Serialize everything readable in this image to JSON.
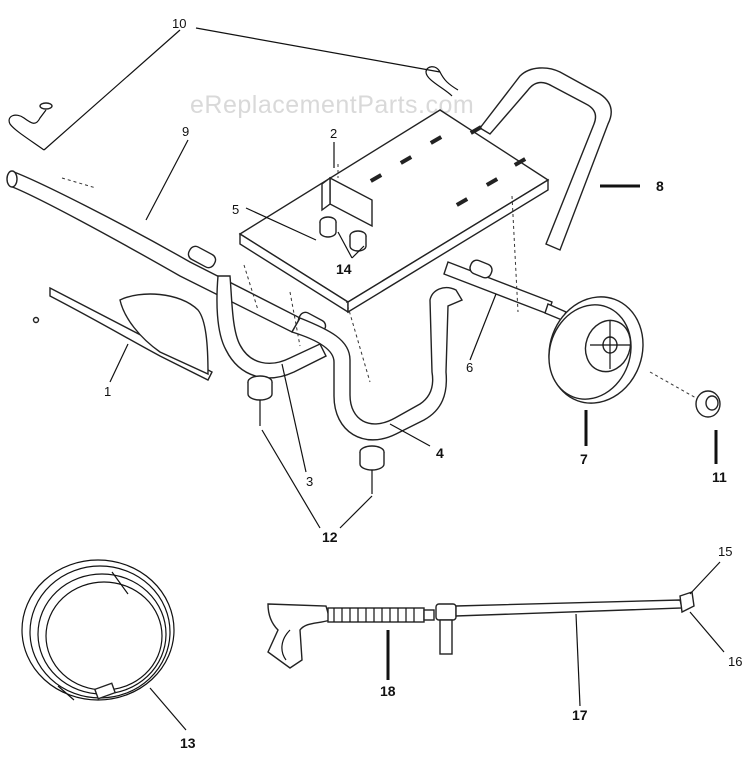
{
  "watermark": "eReplacementParts.com",
  "labels": {
    "p1": "1",
    "p2": "2",
    "p3": "3",
    "p4": "4",
    "p5": "5",
    "p6": "6",
    "p7": "7",
    "p8": "8",
    "p9": "9",
    "p10": "10",
    "p11": "11",
    "p12": "12",
    "p13": "13",
    "p14": "14",
    "p15": "15",
    "p16": "16",
    "p17": "17",
    "p18": "18"
  }
}
